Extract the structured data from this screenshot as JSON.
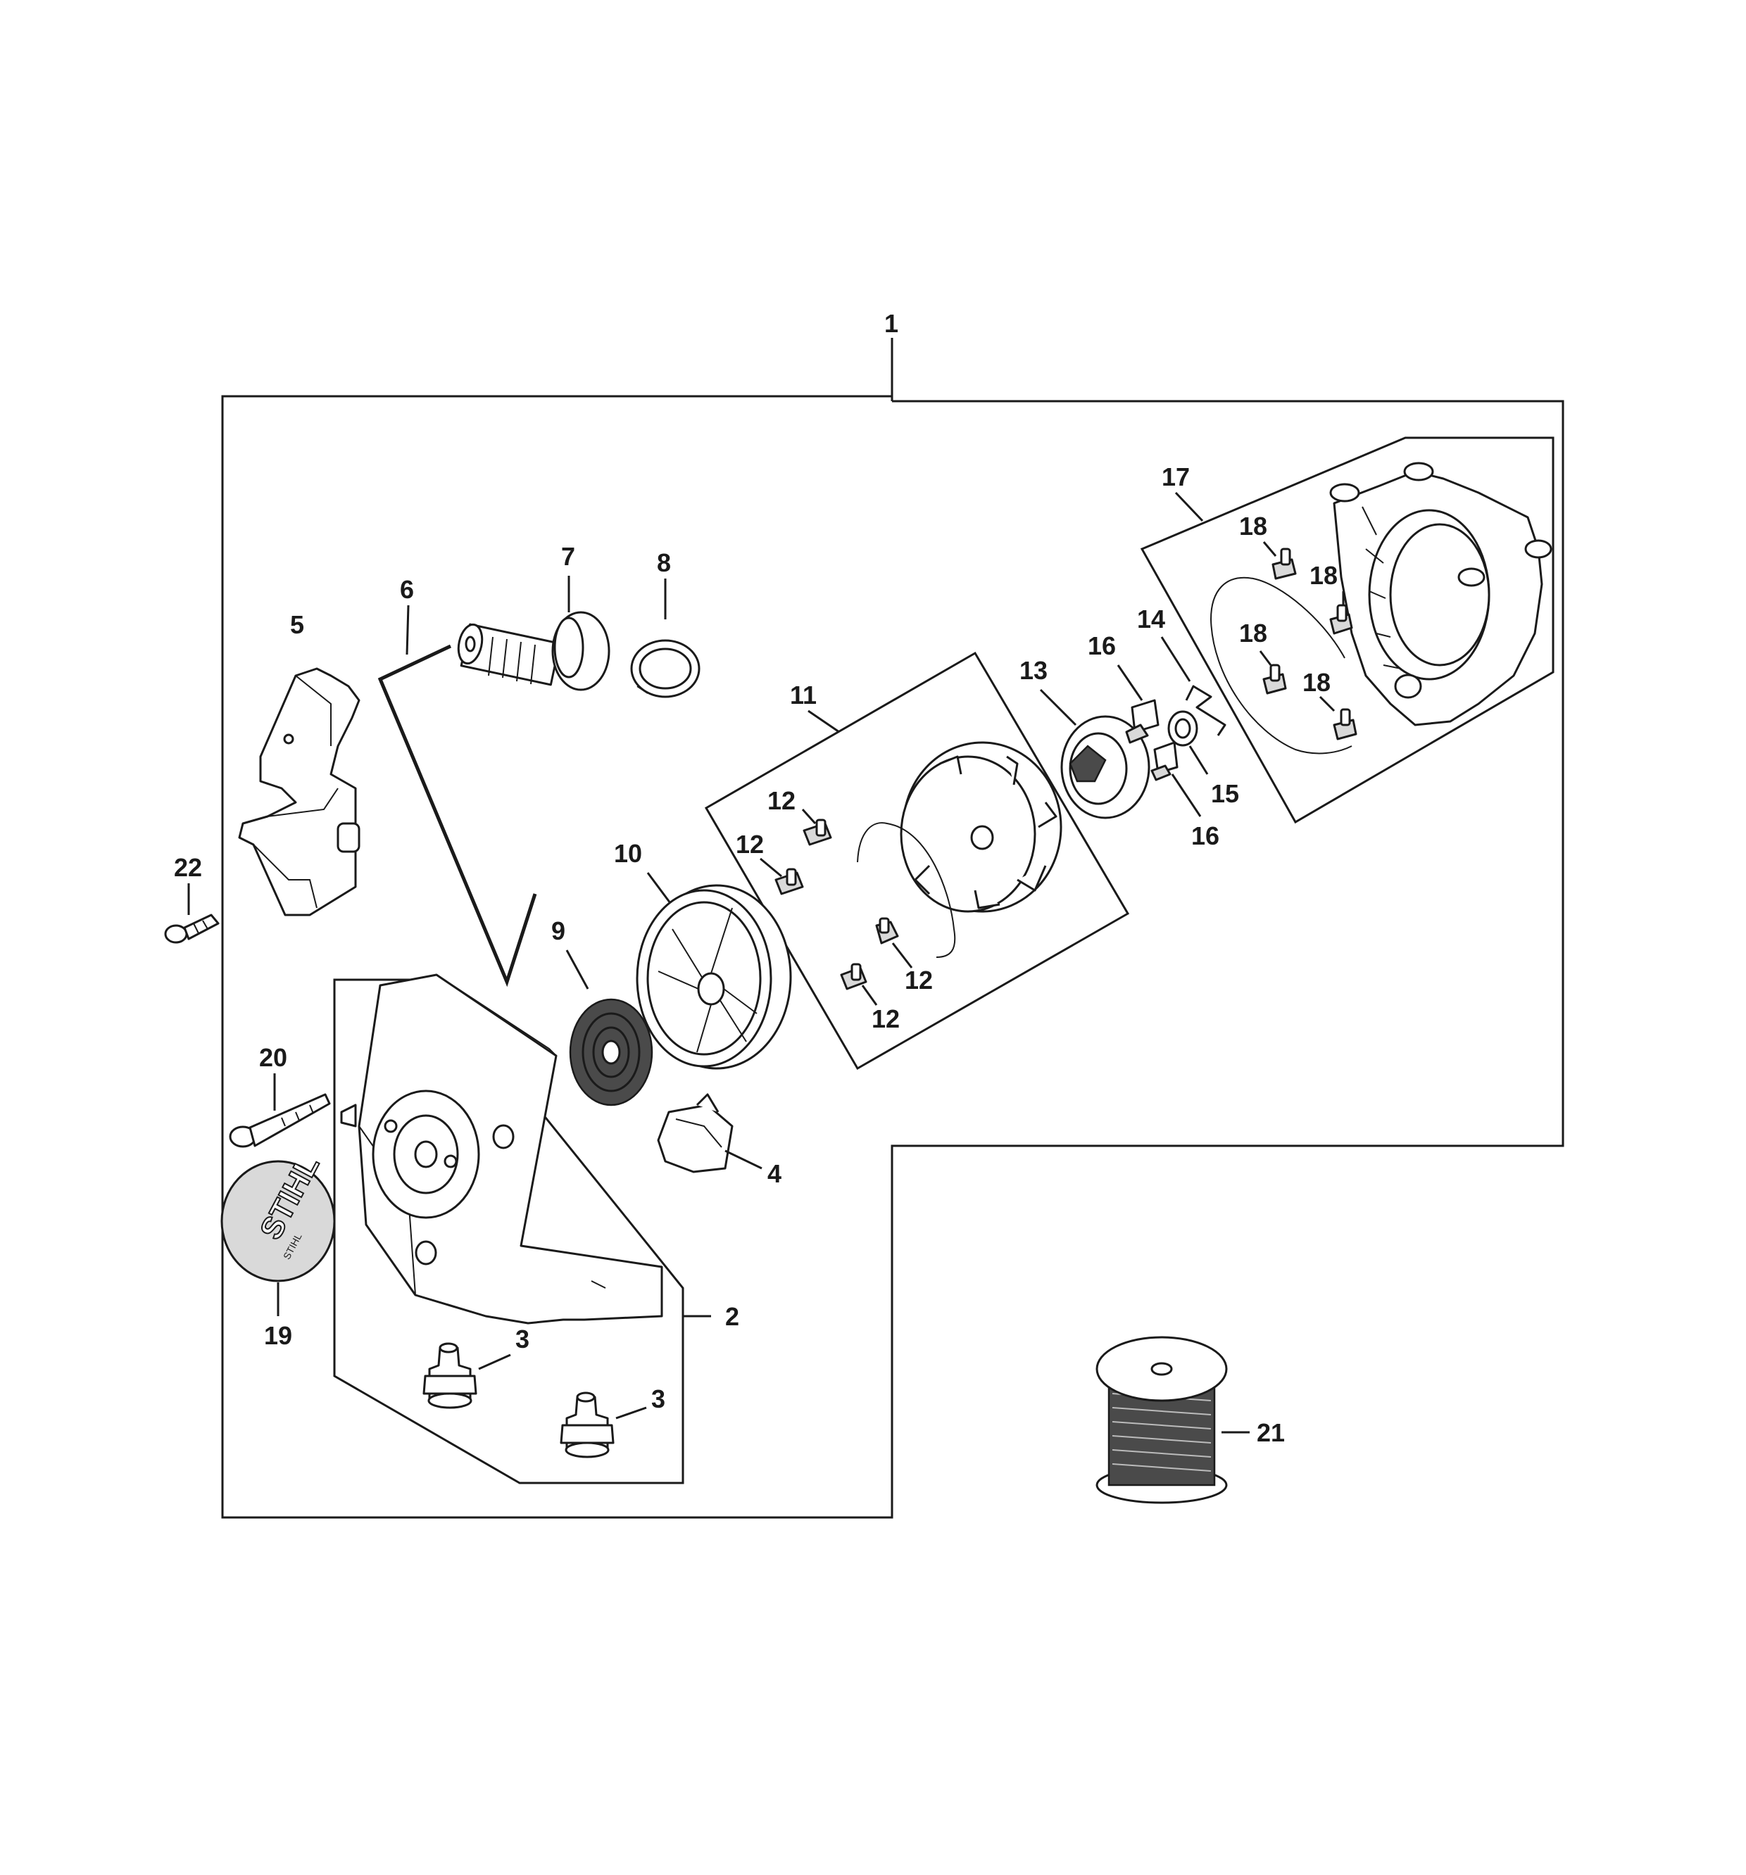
{
  "callouts": {
    "c1": "1",
    "c2": "2",
    "c3a": "3",
    "c3b": "3",
    "c4": "4",
    "c5": "5",
    "c6": "6",
    "c7": "7",
    "c8": "8",
    "c9": "9",
    "c10": "10",
    "c11": "11",
    "c12a": "12",
    "c12b": "12",
    "c12c": "12",
    "c12d": "12",
    "c13": "13",
    "c14": "14",
    "c15": "15",
    "c16a": "16",
    "c16b": "16",
    "c17": "17",
    "c18a": "18",
    "c18b": "18",
    "c18c": "18",
    "c18d": "18",
    "c19": "19",
    "c20": "20",
    "c21": "21",
    "c22": "22"
  },
  "logo": {
    "brand": "STIHL",
    "sub": "STIHL"
  }
}
